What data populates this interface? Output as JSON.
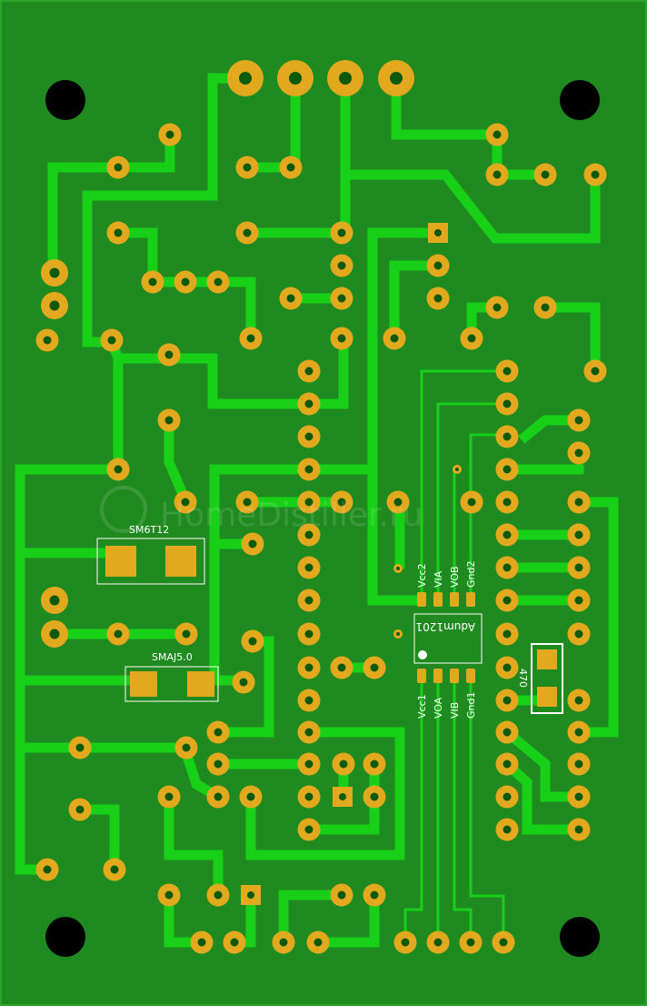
{
  "board": {
    "colors": {
      "board": "#1f8a1f",
      "trace": "#19d019",
      "pad": "#e2a91f",
      "drill": "#0d5a0d",
      "hole": "#000000",
      "silk": "#ffffff"
    },
    "labels": {
      "sm6t12": "SM6T12",
      "smaj": "SMAJ5.0",
      "resistor": "470",
      "ic_name": "Adum1201",
      "vcc2": "Vcc2",
      "via": "VIA",
      "vob": "VOB",
      "gnd2": "Gnd2",
      "vcc1": "Vcc1",
      "voa": "VOA",
      "vib": "VIB",
      "gnd1": "Gnd1",
      "watermark": "HomeDistiller.ru"
    }
  }
}
